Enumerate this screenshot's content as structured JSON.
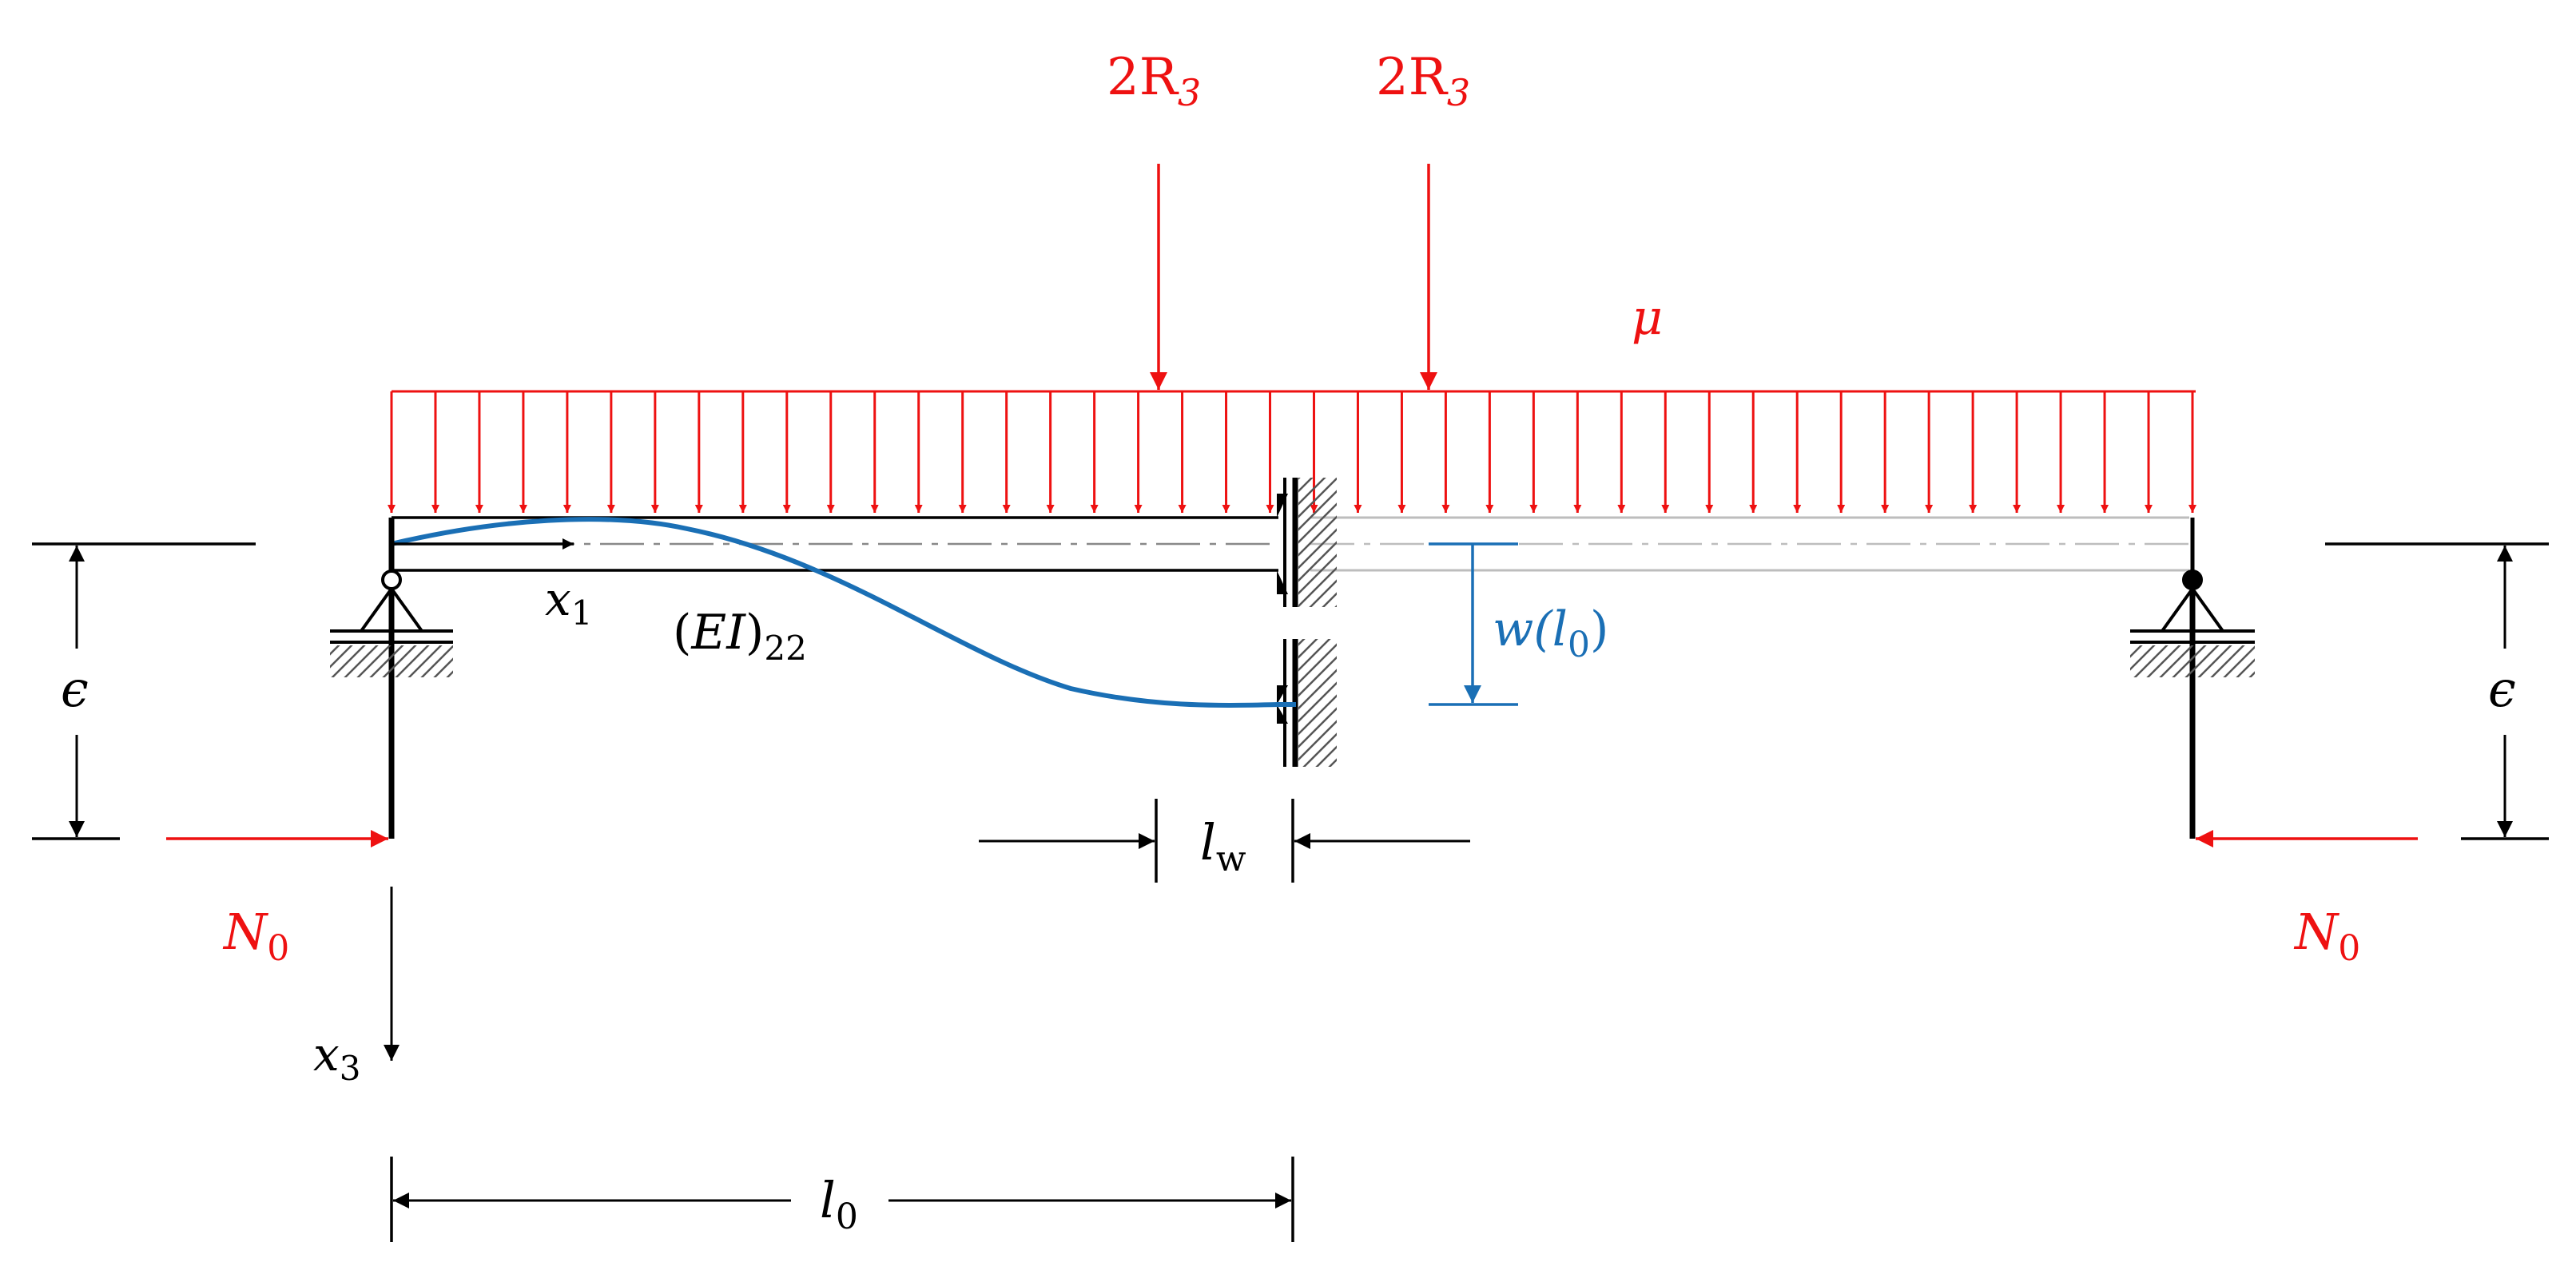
{
  "colors": {
    "load": "#ee1111",
    "deflection": "#1a6fb5",
    "structure": "#000000",
    "ghost": "#bdbdbd",
    "hatch": "#555555"
  },
  "labels": {
    "force_left": "2R",
    "force_left_sub": "3",
    "force_right": "2R",
    "force_right_sub": "3",
    "distributed": "μ",
    "axis_x1": "x",
    "axis_x1_sub": "1",
    "axis_x3": "x",
    "axis_x3_sub": "3",
    "stiffness_open": "(",
    "stiffness_body": "EI",
    "stiffness_close": ")",
    "stiffness_sub": "22",
    "deflection_main": "w(l",
    "deflection_sub": "0",
    "deflection_close": ")",
    "ecc_left": "ϵ",
    "ecc_right": "ϵ",
    "axial_left": "N",
    "axial_left_sub": "0",
    "axial_right": "N",
    "axial_right_sub": "0",
    "weld_len": "l",
    "weld_len_sub": "w",
    "span_len": "l",
    "span_len_sub": "0"
  }
}
